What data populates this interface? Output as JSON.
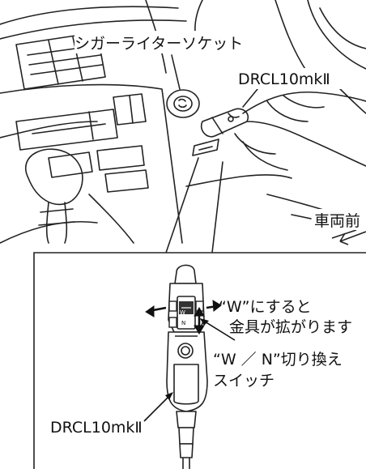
{
  "labels": {
    "socket": "シガーライターソケット",
    "plug_top": "DRCL10mkⅡ",
    "vehicle_front": "車両前",
    "w_mode_line1": "“W”にすると",
    "w_mode_line2": "金具が拡がります",
    "switch_line1": "“W ／ N”切り換え",
    "switch_line2": "スイッチ",
    "plug_bottom": "DRCL10mkⅡ"
  },
  "switch_marks": [
    "W",
    "N"
  ]
}
